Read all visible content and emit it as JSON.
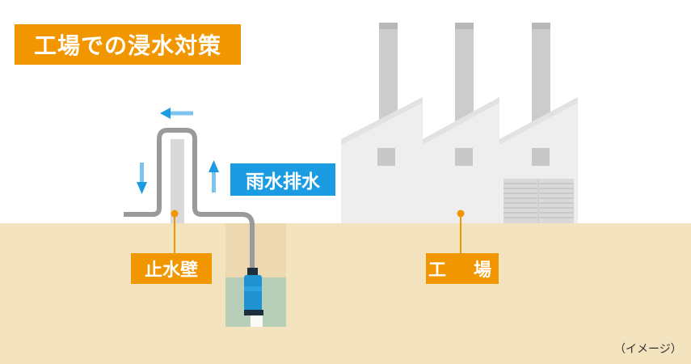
{
  "title": "工場での浸水対策",
  "labels": {
    "rain_drain": "雨水排水",
    "flood_wall": "止水壁",
    "factory": "工　場"
  },
  "note": "（イメージ）",
  "colors": {
    "orange": "#f29600",
    "blue": "#1a9be2",
    "ground": "#f3e3bf",
    "factory_body": "#eeeeee",
    "chimney": "#cccccc",
    "pipe": "#9a9a9a",
    "water": "#b7cfb9",
    "pump": "#1f92cf"
  },
  "icons": {
    "flow_left": "arrow-left-icon",
    "flow_down": "arrow-down-icon",
    "flow_up": "arrow-up-icon"
  }
}
